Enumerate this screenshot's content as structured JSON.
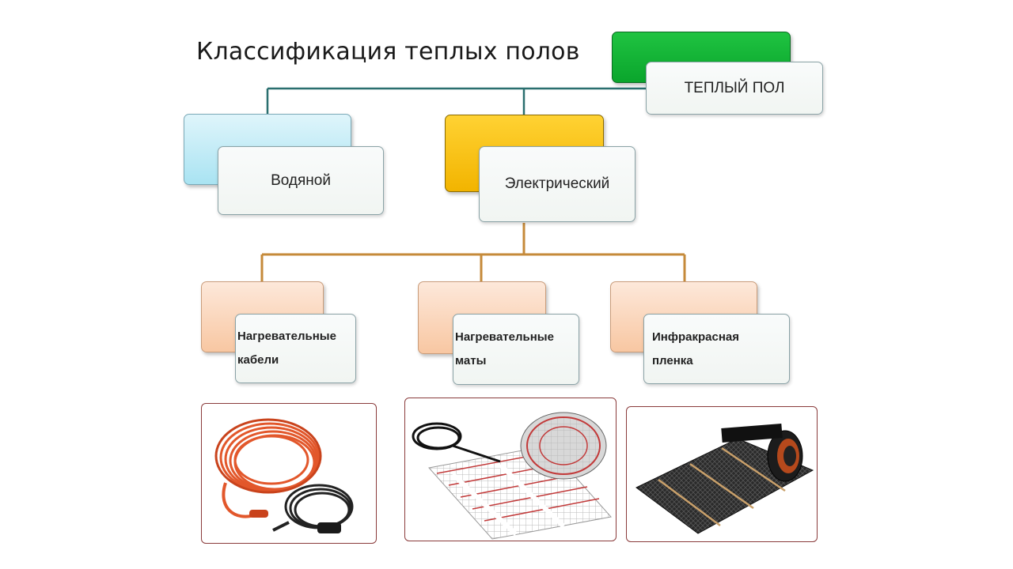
{
  "title": "Классификация теплых полов",
  "root": {
    "label": "ТЕПЛЫЙ ПОЛ",
    "color": "#12b236"
  },
  "types": [
    {
      "label": "Водяной",
      "color": "#a9e3f2"
    },
    {
      "label": "Электрический",
      "color": "#f2b400"
    }
  ],
  "electric_subtypes": [
    {
      "label": "Нагревательные кабели",
      "line1": "Нагревательные",
      "line2": "кабели"
    },
    {
      "label": "Нагревательные маты",
      "line1": "Нагревательные",
      "line2": "маты"
    },
    {
      "label": "Инфракрасная пленка",
      "line1": "Инфракрасная",
      "line2": "пленка"
    }
  ],
  "colors": {
    "connector_top": "#2a6f6f",
    "connector_bottom": "#c58a3a",
    "subtype_fill": "#f8c7a2",
    "photo_border": "#8a3b3b"
  },
  "photos": [
    {
      "icon": "heating-cable-coil-image"
    },
    {
      "icon": "heating-mat-roll-image"
    },
    {
      "icon": "infrared-film-roll-image"
    }
  ]
}
